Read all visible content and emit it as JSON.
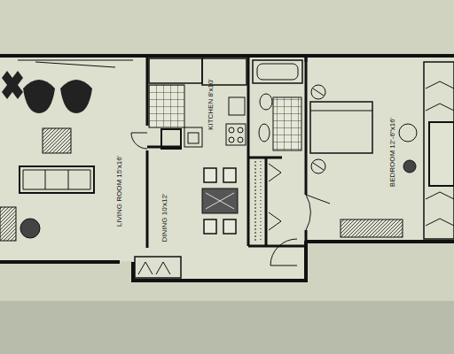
{
  "diagram": {
    "labels": [
      "LIVING ROOM 15'x16'",
      "DINING 10'x12'",
      "KITCHEN 8'x10'",
      "BEDROOM 12'-6\"x16'"
    ]
  }
}
